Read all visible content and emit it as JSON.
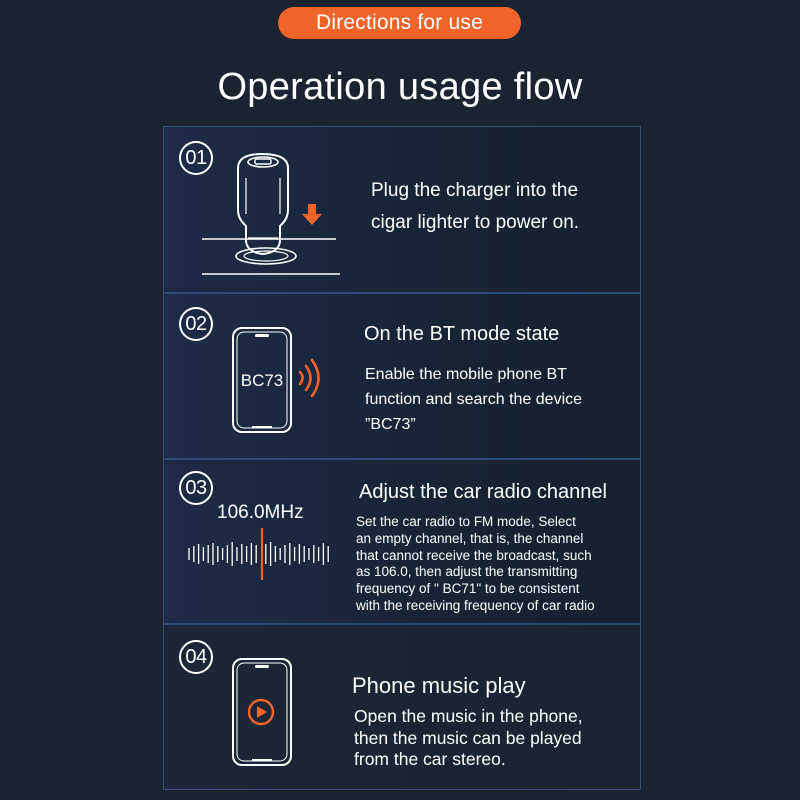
{
  "header": {
    "pill_label": "Directions for use",
    "title": "Operation usage flow"
  },
  "steps": [
    {
      "number": "01",
      "lines": [
        "Plug the charger into the",
        "cigar lighter to power on."
      ],
      "icon": "car-charger-icon"
    },
    {
      "number": "02",
      "heading": "On the BT mode state",
      "lines": [
        "Enable the mobile phone BT",
        "function and search the device",
        "”BC73”"
      ],
      "phone_text": "BC73",
      "icon": "phone-bluetooth-icon"
    },
    {
      "number": "03",
      "heading": "Adjust the car radio channel",
      "frequency": "106.0MHz",
      "lines": [
        "Set the car radio to FM mode, Select",
        "an empty channel, that is, the channel",
        "that cannot receive the broadcast, such",
        "as 106.0, then adjust the transmitting",
        "frequency of \" BC71\" to be consistent",
        "with the receiving frequency of car radio"
      ],
      "icon": "radio-tuner-icon"
    },
    {
      "number": "04",
      "heading": "Phone music play",
      "lines": [
        "Open the music in the phone,",
        "then the music can be played",
        "from the car stereo."
      ],
      "icon": "phone-play-icon"
    }
  ],
  "colors": {
    "background": "#1b2331",
    "accent": "#f0642a",
    "panel_border": "#33507a",
    "text": "#ffffff"
  }
}
